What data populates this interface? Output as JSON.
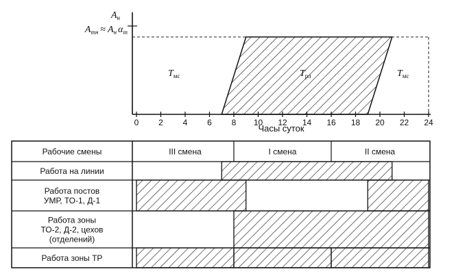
{
  "chart": {
    "y_label_top": "A",
    "y_label_top_sub": "н",
    "y_label_bottom": "A",
    "y_label_bottom_sub": "тн",
    "y_label_eq": "≈",
    "y_label_rhs_a": "A",
    "y_label_rhs_a_sub": "н",
    "y_label_rhs_alpha": "α",
    "y_label_rhs_alpha_sub": "т",
    "x_label": "Часы суток",
    "x_ticks": [
      0,
      2,
      4,
      6,
      8,
      10,
      12,
      14,
      16,
      18,
      20,
      22,
      24
    ],
    "region_left": {
      "label": "T",
      "sub": "мс"
    },
    "region_center": {
      "label": "T",
      "sub": "рл"
    },
    "region_right": {
      "label": "T",
      "sub": "мс"
    },
    "parallelogram_hours": {
      "bottom_start": 7,
      "top_start": 9,
      "bottom_end": 19,
      "top_end": 21
    }
  },
  "table": {
    "rows": [
      {
        "label_lines": [
          "Рабочие смены"
        ],
        "shifts": [
          {
            "label": "III смена",
            "from": 0,
            "to": 8
          },
          {
            "label": "I смена",
            "from": 8,
            "to": 16
          },
          {
            "label": "II смена",
            "from": 16,
            "to": 24
          }
        ]
      },
      {
        "label_lines": [
          "Работа на линии"
        ],
        "hatched": [
          {
            "from": 7,
            "to": 21
          }
        ]
      },
      {
        "label_lines": [
          "Работа постов",
          "УМР, ТО-1, Д-1"
        ],
        "hatched": [
          {
            "from": 0,
            "to": 9
          },
          {
            "from": 19,
            "to": 24
          }
        ]
      },
      {
        "label_lines": [
          "Работа зоны",
          "ТО-2, Д-2, цехов",
          "(отделений)"
        ],
        "hatched": [
          {
            "from": 8,
            "to": 24
          }
        ]
      },
      {
        "label_lines": [
          "Работа зоны ТР"
        ],
        "hatched": [
          {
            "from": 0,
            "to": 8
          },
          {
            "from": 8,
            "to": 16
          },
          {
            "from": 16,
            "to": 24
          }
        ]
      }
    ]
  }
}
